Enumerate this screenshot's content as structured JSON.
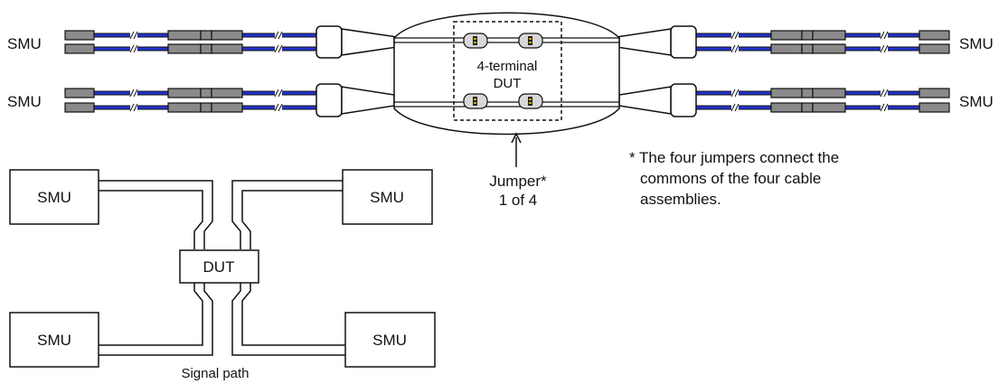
{
  "colors": {
    "background": "#ffffff",
    "cable": "#2233cc",
    "connector": "#8a8a8a",
    "outline": "#111111",
    "pin": "#d8d8d8",
    "pin_stripe": "#c8a800"
  },
  "assembly": {
    "smu_left_top": "SMU",
    "smu_left_bottom": "SMU",
    "smu_right_top": "SMU",
    "smu_right_bottom": "SMU",
    "dut_line1": "4-terminal",
    "dut_line2": "DUT",
    "jumper_line1": "Jumper*",
    "jumper_line2": "1 of 4",
    "footnote_line1": "* The four jumpers connect the",
    "footnote_line2": "commons of the four cable",
    "footnote_line3": "assemblies."
  },
  "signal_path": {
    "smu_top_left": "SMU",
    "smu_top_right": "SMU",
    "smu_bottom_left": "SMU",
    "smu_bottom_right": "SMU",
    "dut": "DUT",
    "caption": "Signal path"
  }
}
